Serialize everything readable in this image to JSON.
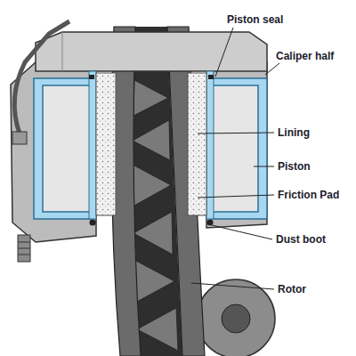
{
  "diagram": {
    "labels": [
      "Piston seal",
      "Caliper half",
      "Lining",
      "Piston",
      "Friction Pad",
      "Dust boot",
      "Rotor"
    ]
  }
}
